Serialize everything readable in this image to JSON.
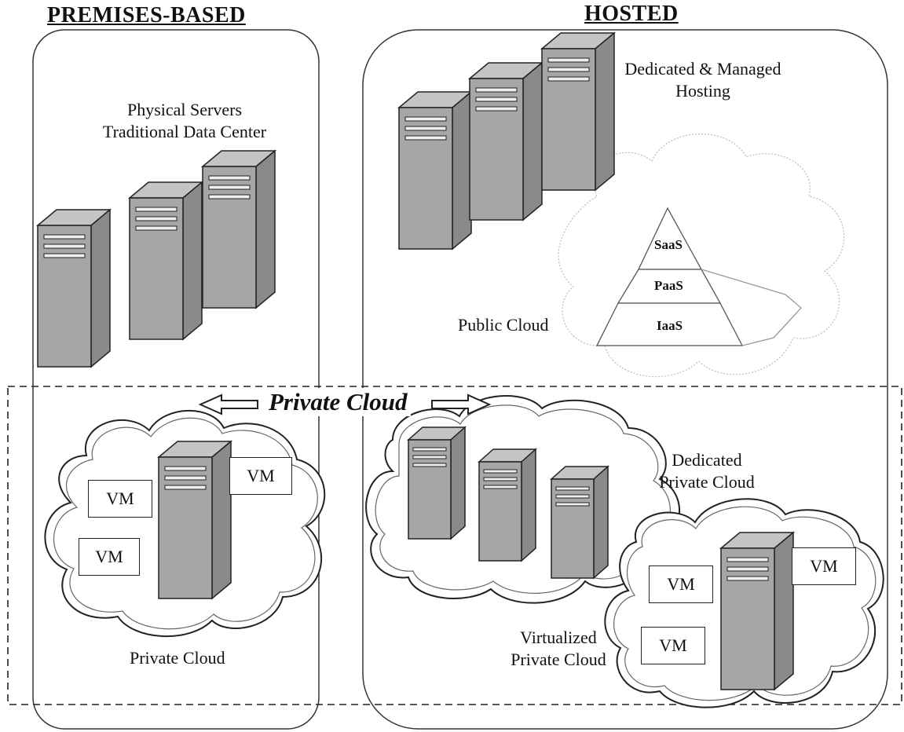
{
  "headings": {
    "premises": "PREMISES-BASED",
    "hosted": "HOSTED"
  },
  "labels": {
    "physical_line1": "Physical Servers",
    "physical_line2": "Traditional Data Center",
    "dedicated_line1": "Dedicated & Managed",
    "dedicated_line2": "Hosting",
    "public_cloud": "Public Cloud",
    "private_cloud_banner": "Private Cloud",
    "private_cloud_left": "Private Cloud",
    "dedicated_private_line1": "Dedicated",
    "dedicated_private_line2": "Private Cloud",
    "virtualized_line1": "Virtualized",
    "virtualized_line2": "Private Cloud"
  },
  "pyramid": [
    "SaaS",
    "PaaS",
    "IaaS"
  ],
  "vm_label": "VM",
  "colors": {
    "server_front": "#a6a6a6",
    "server_side": "#8a8a8a",
    "server_top": "#c4c4c4",
    "outline": "#222222"
  }
}
